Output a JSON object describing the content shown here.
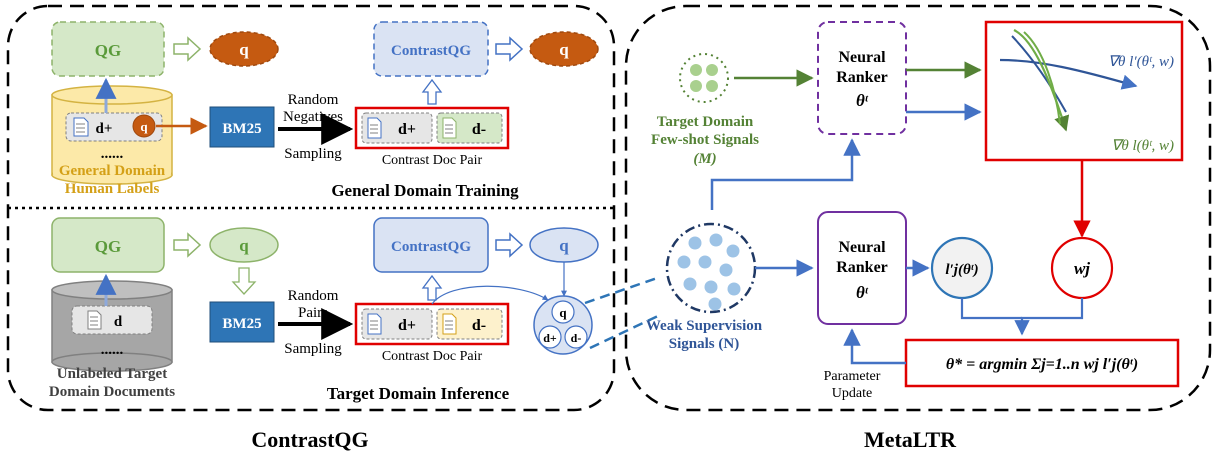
{
  "colors": {
    "green_fill": "#d5e8c8",
    "green_stroke": "#8db36a",
    "orange": "#c55a11",
    "blue_fill": "#dae3f3",
    "blue_stroke": "#4472c4",
    "bm25": "#2e75b6",
    "red": "#e00000",
    "purple": "#7030a0",
    "gold": "#d4a017",
    "dark_green": "#548235",
    "navy": "#1f3864",
    "gray": "#808080"
  },
  "contrastqg": {
    "panel_title": "ContrastQG",
    "training": {
      "qg_label": "QG",
      "query_label": "q",
      "contrastqg_label": "ContrastQG",
      "bm25_label": "BM25",
      "doc_pos": "d+",
      "doc_neg": "d-",
      "ellipsis": "......",
      "source_label_line1": "General Domain",
      "source_label_line2": "Human Labels",
      "sampling_line1": "Random",
      "sampling_line2": "Negatives",
      "sampling_line3": "Sampling",
      "pair_caption": "Contrast Doc Pair",
      "section_title": "General Domain Training"
    },
    "inference": {
      "qg_label": "QG",
      "query_label": "q",
      "contrastqg_label": "ContrastQG",
      "bm25_label": "BM25",
      "doc_label": "d",
      "doc_pos": "d+",
      "doc_neg": "d-",
      "ellipsis": "......",
      "source_label_line1": "Unlabeled Target",
      "source_label_line2": "Domain Documents",
      "sampling_line1": "Random",
      "sampling_line2": "Pairs",
      "sampling_line3": "Sampling",
      "pair_caption": "Contrast Doc Pair",
      "section_title": "Target Domain Inference",
      "cluster_q": "q",
      "cluster_dpos": "d+",
      "cluster_dneg": "d-"
    }
  },
  "metaltr": {
    "panel_title": "MetaLTR",
    "fewshot_line1": "Target Domain",
    "fewshot_line2": "Few-shot Signals",
    "fewshot_symbol": "(M)",
    "weak_line1": "Weak Supervision",
    "weak_line2": "Signals (N)",
    "ranker_top_line1": "Neural",
    "ranker_top_line2": "Ranker",
    "ranker_top_param": "θᵗ",
    "ranker_bottom_line1": "Neural",
    "ranker_bottom_line2": "Ranker",
    "ranker_bottom_param": "θᵗ",
    "grad_top": "∇θ l′(θᵗ, w)",
    "grad_bottom": "∇θ l(θᵗ, w)",
    "loss_node": "l′j(θᵗ)",
    "weight_node": "wj",
    "objective": "θ* = argmin Σj=1..n wj l′j(θᵗ)",
    "update_line1": "Parameter",
    "update_line2": "Update"
  }
}
